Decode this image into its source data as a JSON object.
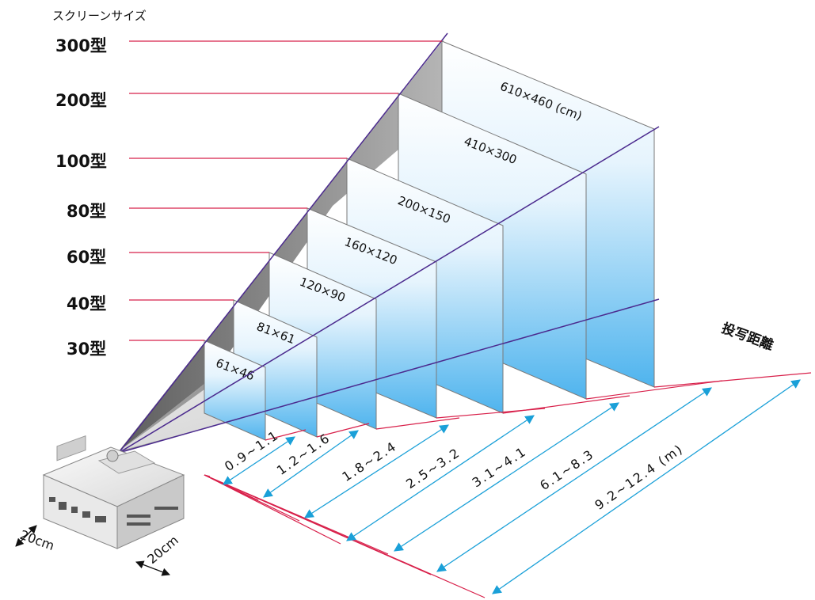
{
  "header": {
    "screen_size_label": "スクリーンサイズ"
  },
  "screen_sizes": [
    {
      "label": "300型",
      "dims": "610×460 (cm)",
      "distance": "9.2~12.4 (m)"
    },
    {
      "label": "200型",
      "dims": "410×300",
      "distance": "6.1~8.3"
    },
    {
      "label": "100型",
      "dims": "200×150",
      "distance": "3.1~4.1"
    },
    {
      "label": "80型",
      "dims": "160×120",
      "distance": "2.5~3.2"
    },
    {
      "label": "60型",
      "dims": "120×90",
      "distance": "1.8~2.4"
    },
    {
      "label": "40型",
      "dims": "81×61",
      "distance": "1.2~1.6"
    },
    {
      "label": "30型",
      "dims": "61×46",
      "distance": "0.9~1.1"
    }
  ],
  "projection_distance_label": "投写距離",
  "footprint": {
    "width_label": "20cm",
    "depth_label": "20cm"
  },
  "colors": {
    "leader_line": "#d8204a",
    "frustum_line": "#4b2a8e",
    "distance_arrow": "#1aa0d8",
    "screen_gradient_top": "#ffffff",
    "screen_gradient_bottom": "#4fb4ee",
    "wall": "#9a9a9a",
    "floor": "#d2d2d2"
  },
  "icons": [
    "projector-icon",
    "double-arrow-icon"
  ]
}
